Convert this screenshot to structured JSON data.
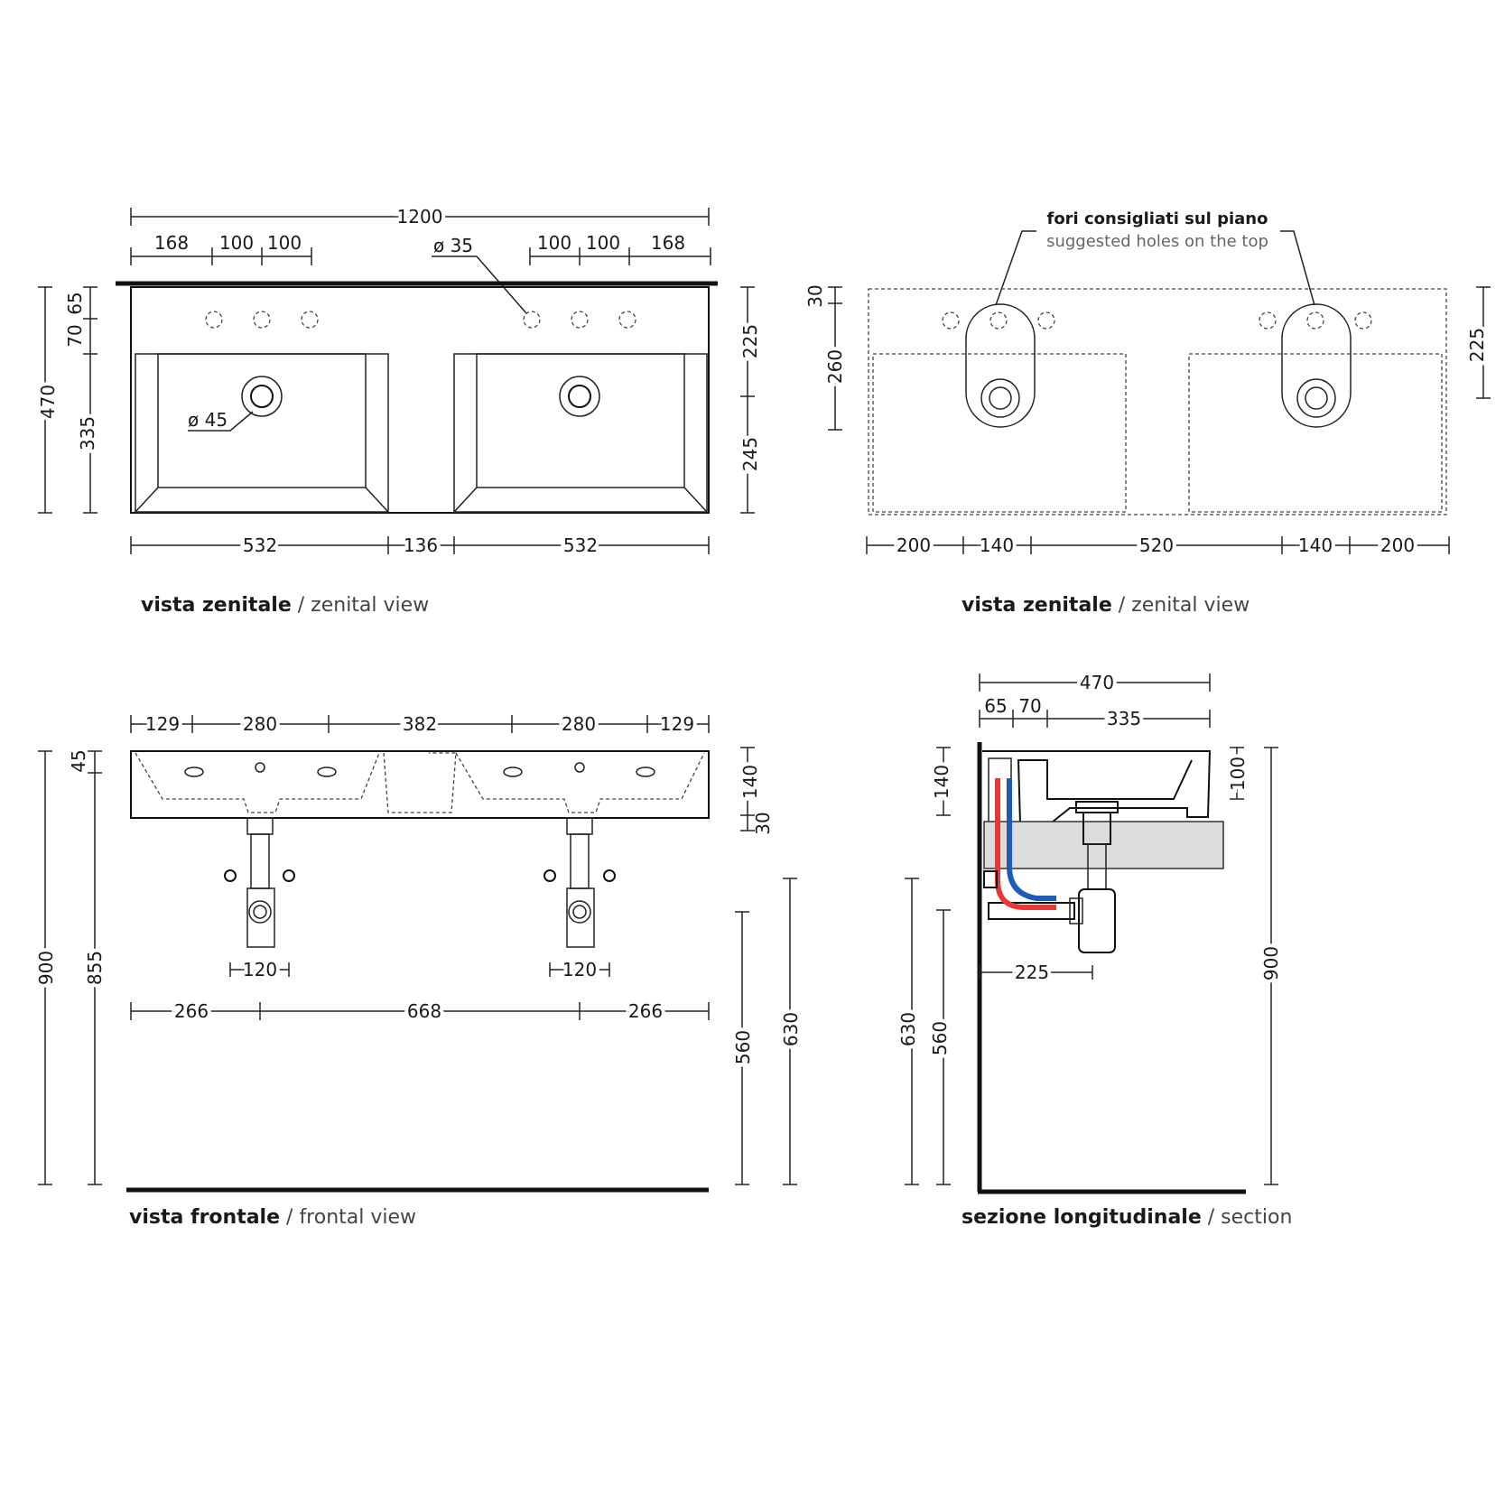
{
  "top_left": {
    "dims": {
      "overall_width": "1200",
      "left_168": "168",
      "left_100a": "100",
      "left_100b": "100",
      "hole_dia": "ø 35",
      "right_100a": "100",
      "right_100b": "100",
      "right_168": "168",
      "h_470": "470",
      "h_65": "65",
      "h_70": "70",
      "h_335": "335",
      "drain_dia": "ø 45",
      "r_225": "225",
      "r_245": "245",
      "b_532a": "532",
      "b_136": "136",
      "b_532b": "532"
    },
    "caption": {
      "bold": "vista zenitale",
      "slash": " / ",
      "normal": "zenital view"
    }
  },
  "top_right": {
    "note": {
      "bold": "fori consigliati sul piano",
      "normal": "suggested holes on the top"
    },
    "dims": {
      "v_30": "30",
      "v_260": "260",
      "r_225": "225",
      "b_200a": "200",
      "b_140a": "140",
      "b_520": "520",
      "b_140b": "140",
      "b_200b": "200"
    },
    "caption": {
      "bold": "vista zenitale",
      "slash": " / ",
      "normal": "zenital view"
    }
  },
  "bottom_left": {
    "dims": {
      "t_129a": "129",
      "t_280a": "280",
      "t_382": "382",
      "t_280b": "280",
      "t_129b": "129",
      "v_45": "45",
      "v_900": "900",
      "v_855": "855",
      "r_140": "140",
      "r_30": "30",
      "c_120a": "120",
      "c_120b": "120",
      "b_266a": "266",
      "b_668": "668",
      "b_266b": "266",
      "r_560": "560",
      "r_630": "630"
    },
    "caption": {
      "bold": "vista frontale",
      "slash": " / ",
      "normal": "frontal view"
    }
  },
  "bottom_right": {
    "dims": {
      "t_470": "470",
      "t_65": "65",
      "t_70": "70",
      "t_335": "335",
      "v_140": "140",
      "v_100": "100",
      "b_225": "225",
      "v_630": "630",
      "v_560": "560",
      "v_900": "900"
    },
    "caption": {
      "bold": "sezione longitudinale",
      "slash": " / ",
      "normal": "section"
    }
  },
  "colors": {
    "hot_pipe": "#e53935",
    "cold_pipe": "#1e5bb8",
    "line": "#222222",
    "cabinet_fill": "#dcdcdc"
  }
}
